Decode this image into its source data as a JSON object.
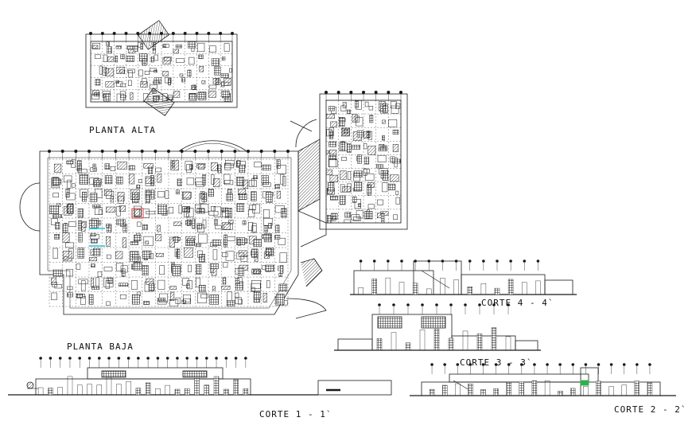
{
  "labels": {
    "planta_alta": "PLANTA ALTA",
    "planta_baja": "PLANTA BAJA",
    "corte_1": "CORTE 1 - 1`",
    "corte_2": "CORTE 2 - 2`",
    "corte_3": "CORTE 3 - 3`",
    "corte_4": "CORTE 4 - 4`"
  },
  "colors": {
    "line": "#1a1a1a",
    "highlight_red": "#e23b3b",
    "highlight_cyan": "#27c4d6",
    "highlight_green": "#2fb04a"
  }
}
